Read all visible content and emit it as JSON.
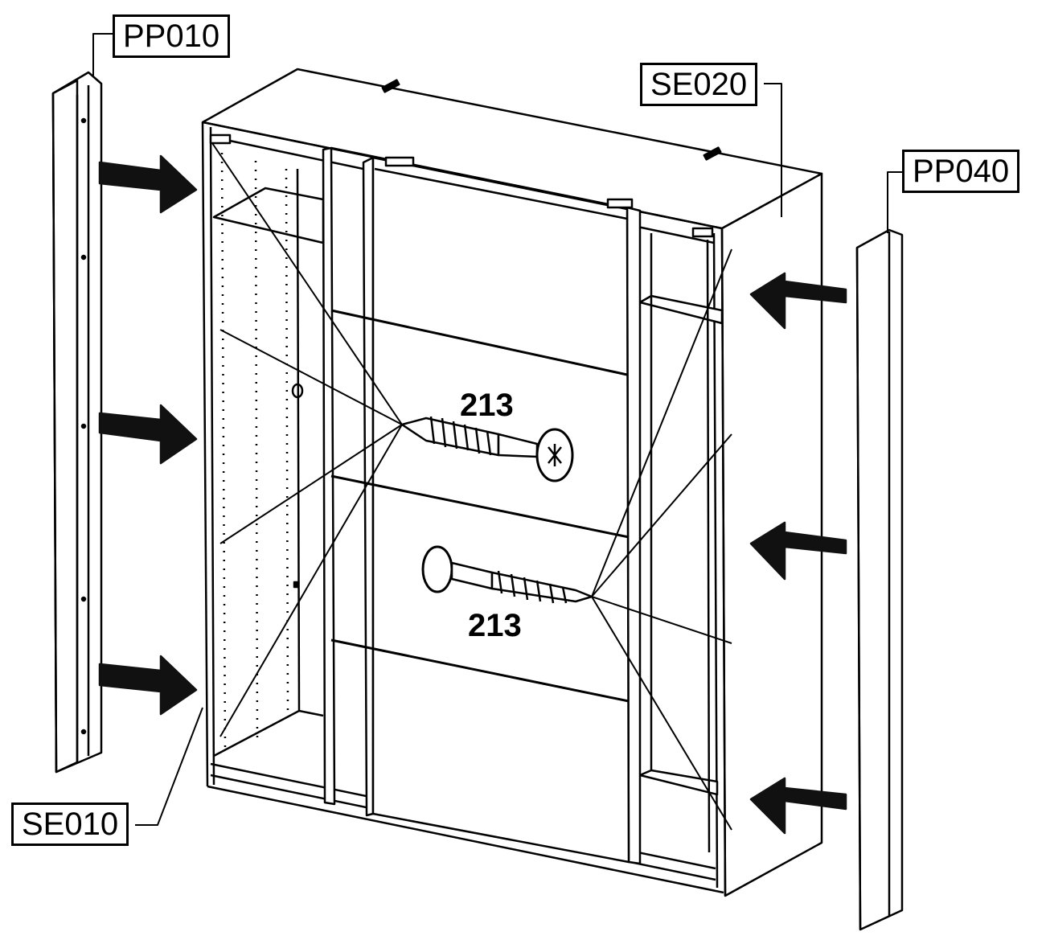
{
  "labels": {
    "pp010": "PP010",
    "pp040": "PP040",
    "se010": "SE010",
    "se020": "SE020",
    "screw_upper": "213",
    "screw_lower": "213"
  },
  "icons": {
    "left_arrows": "arrow-right-icon",
    "right_arrows": "arrow-left-icon",
    "screws": "screw-icon"
  },
  "colors": {
    "line": "#000000",
    "background": "#ffffff",
    "fill_dark": "#111111"
  }
}
